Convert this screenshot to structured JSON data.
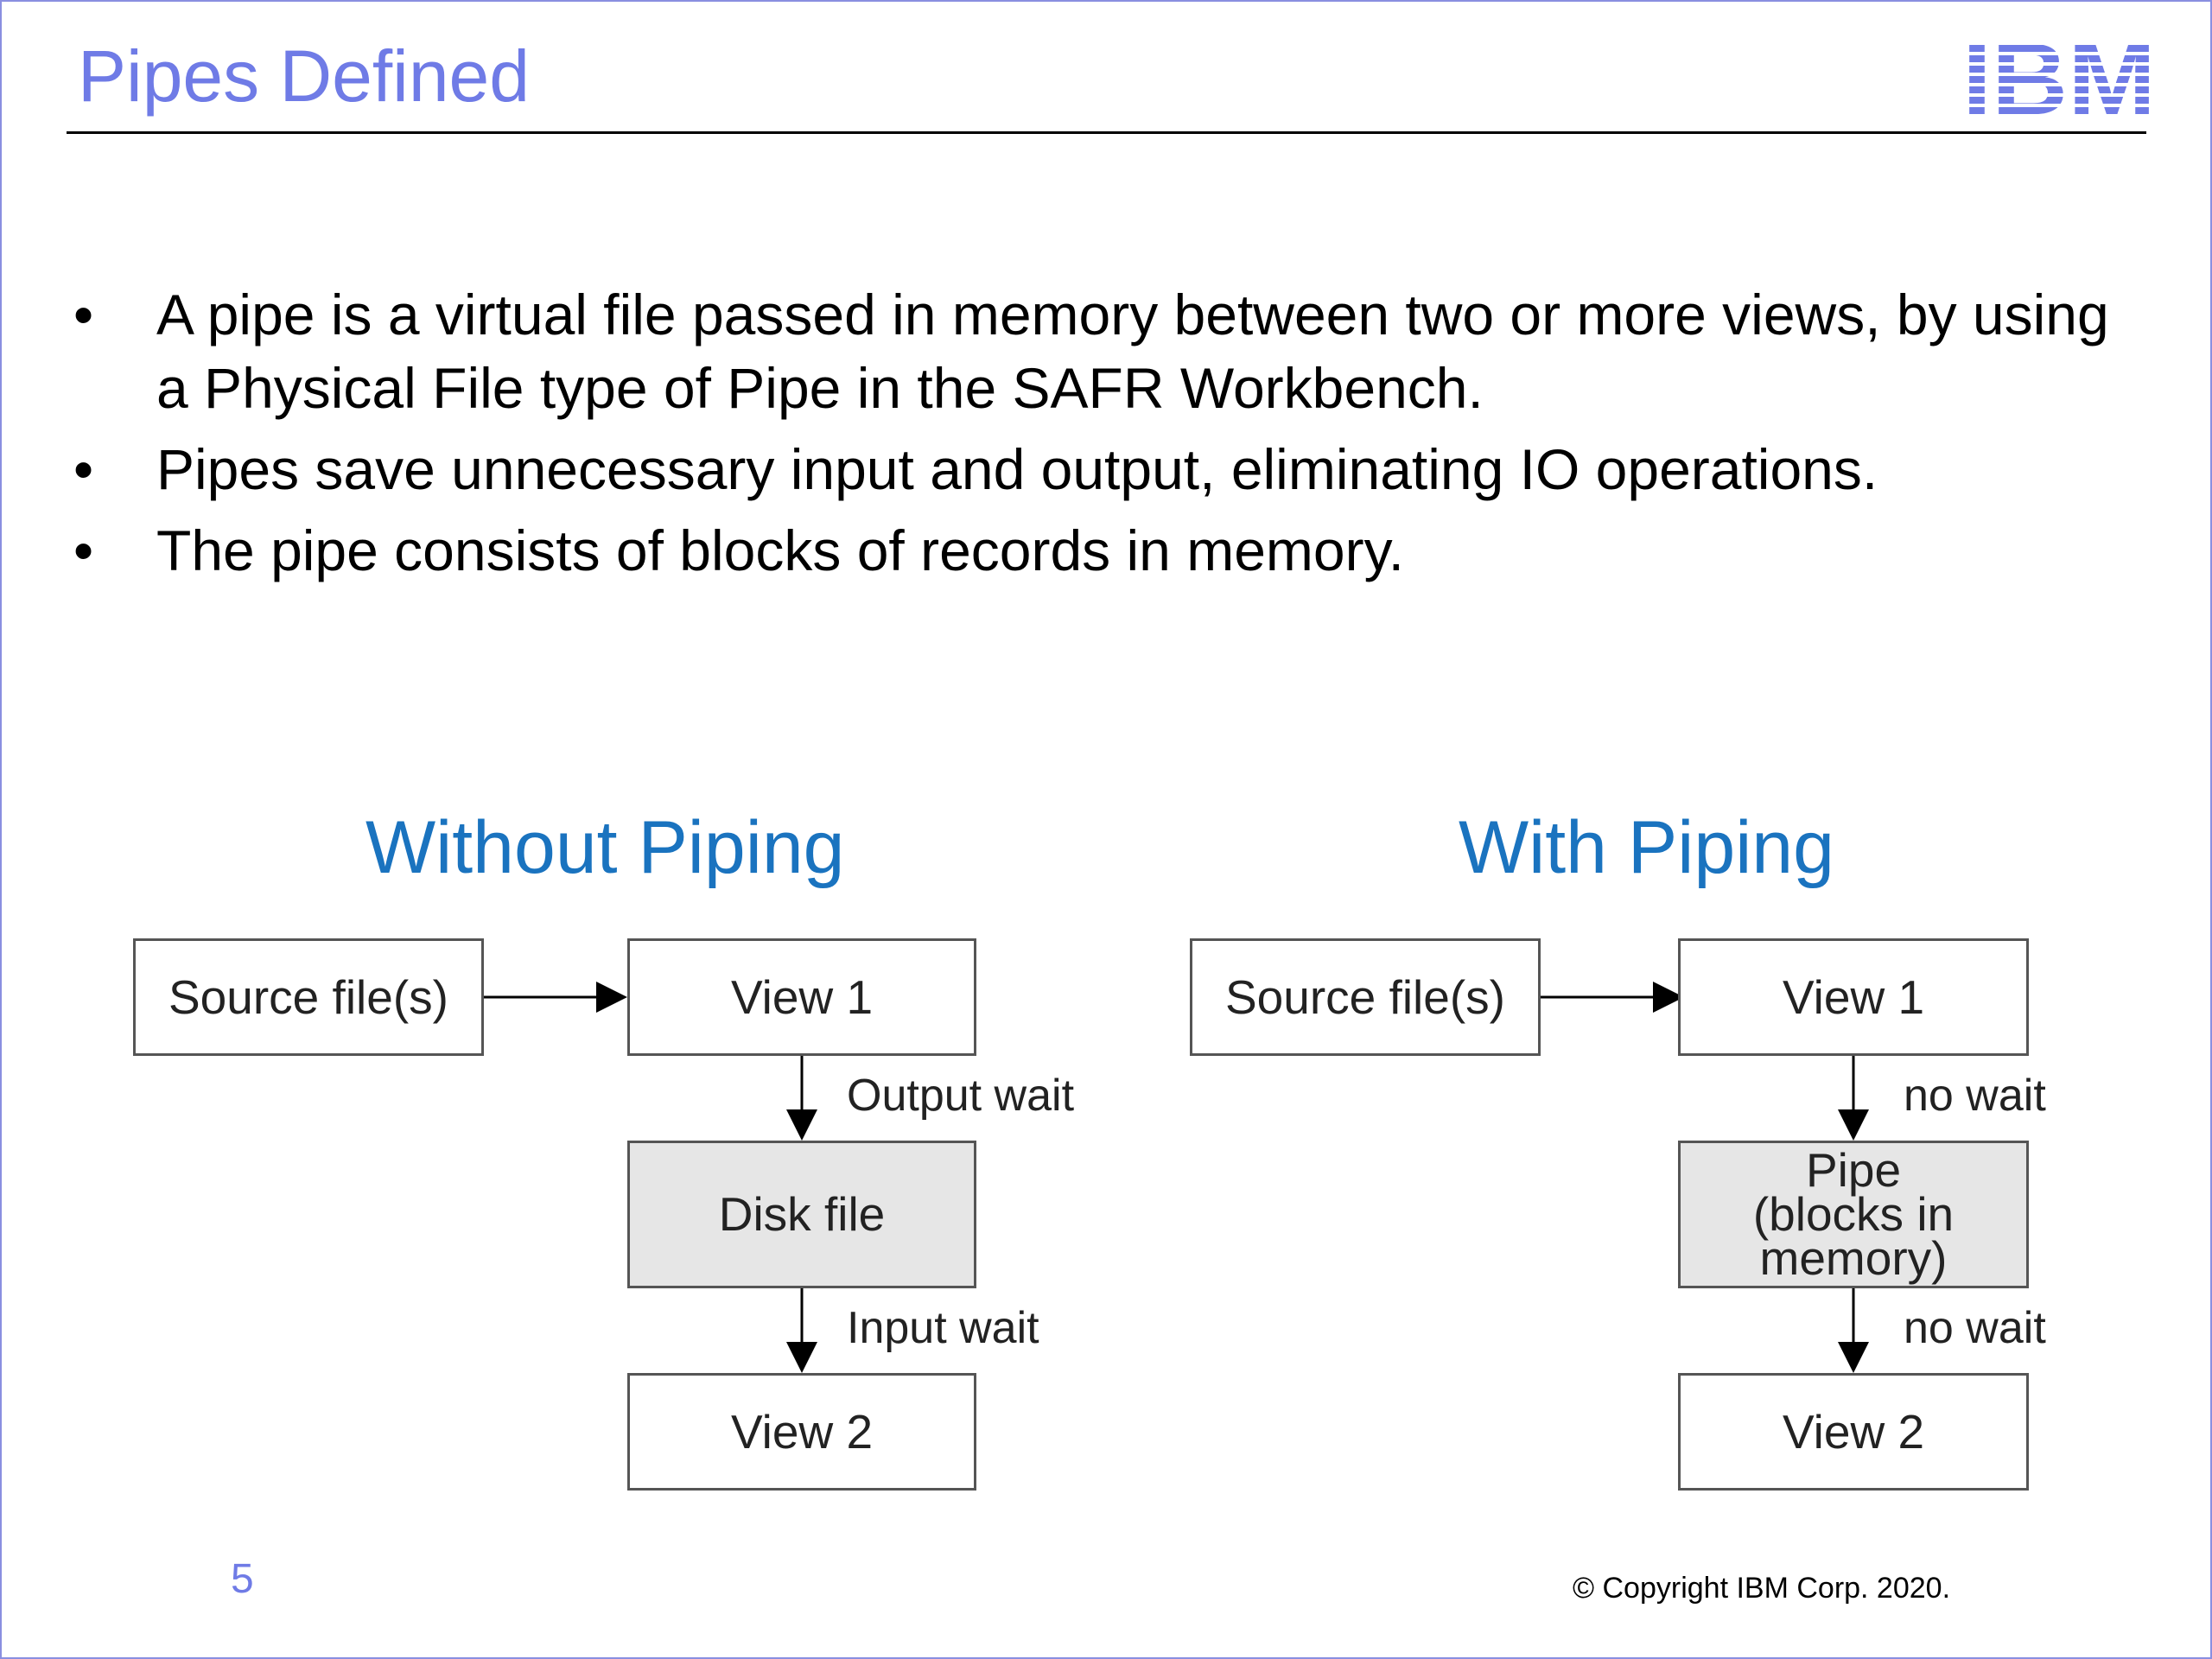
{
  "slide": {
    "title": "Pipes Defined",
    "logo_text": "IBM",
    "bullets": [
      "A pipe is a virtual file passed in memory between two or more views, by using a Physical File type of Pipe in the SAFR Workbench.",
      "Pipes save unnecessary input and output, eliminating IO operations.",
      "The pipe consists of blocks of records in memory."
    ],
    "bullet_marker": "•",
    "page_number": "5",
    "copyright": "© Copyright IBM Corp. 2020."
  },
  "diagrams": {
    "without": {
      "heading": "Without Piping",
      "source": "Source file(s)",
      "view1": "View 1",
      "middle": "Disk file",
      "view2": "View 2",
      "label_top": "Output wait",
      "label_bottom": "Input wait"
    },
    "with": {
      "heading": "With Piping",
      "source": "Source file(s)",
      "view1": "View 1",
      "middle": "Pipe\n(blocks in\nmemory)",
      "view2": "View 2",
      "label_top": "no wait",
      "label_bottom": "no wait"
    }
  },
  "colors": {
    "title": "#6f7be6",
    "heading": "#1a73bf",
    "shaded_box": "#e6e6e6",
    "border": "#8a8fe0"
  }
}
